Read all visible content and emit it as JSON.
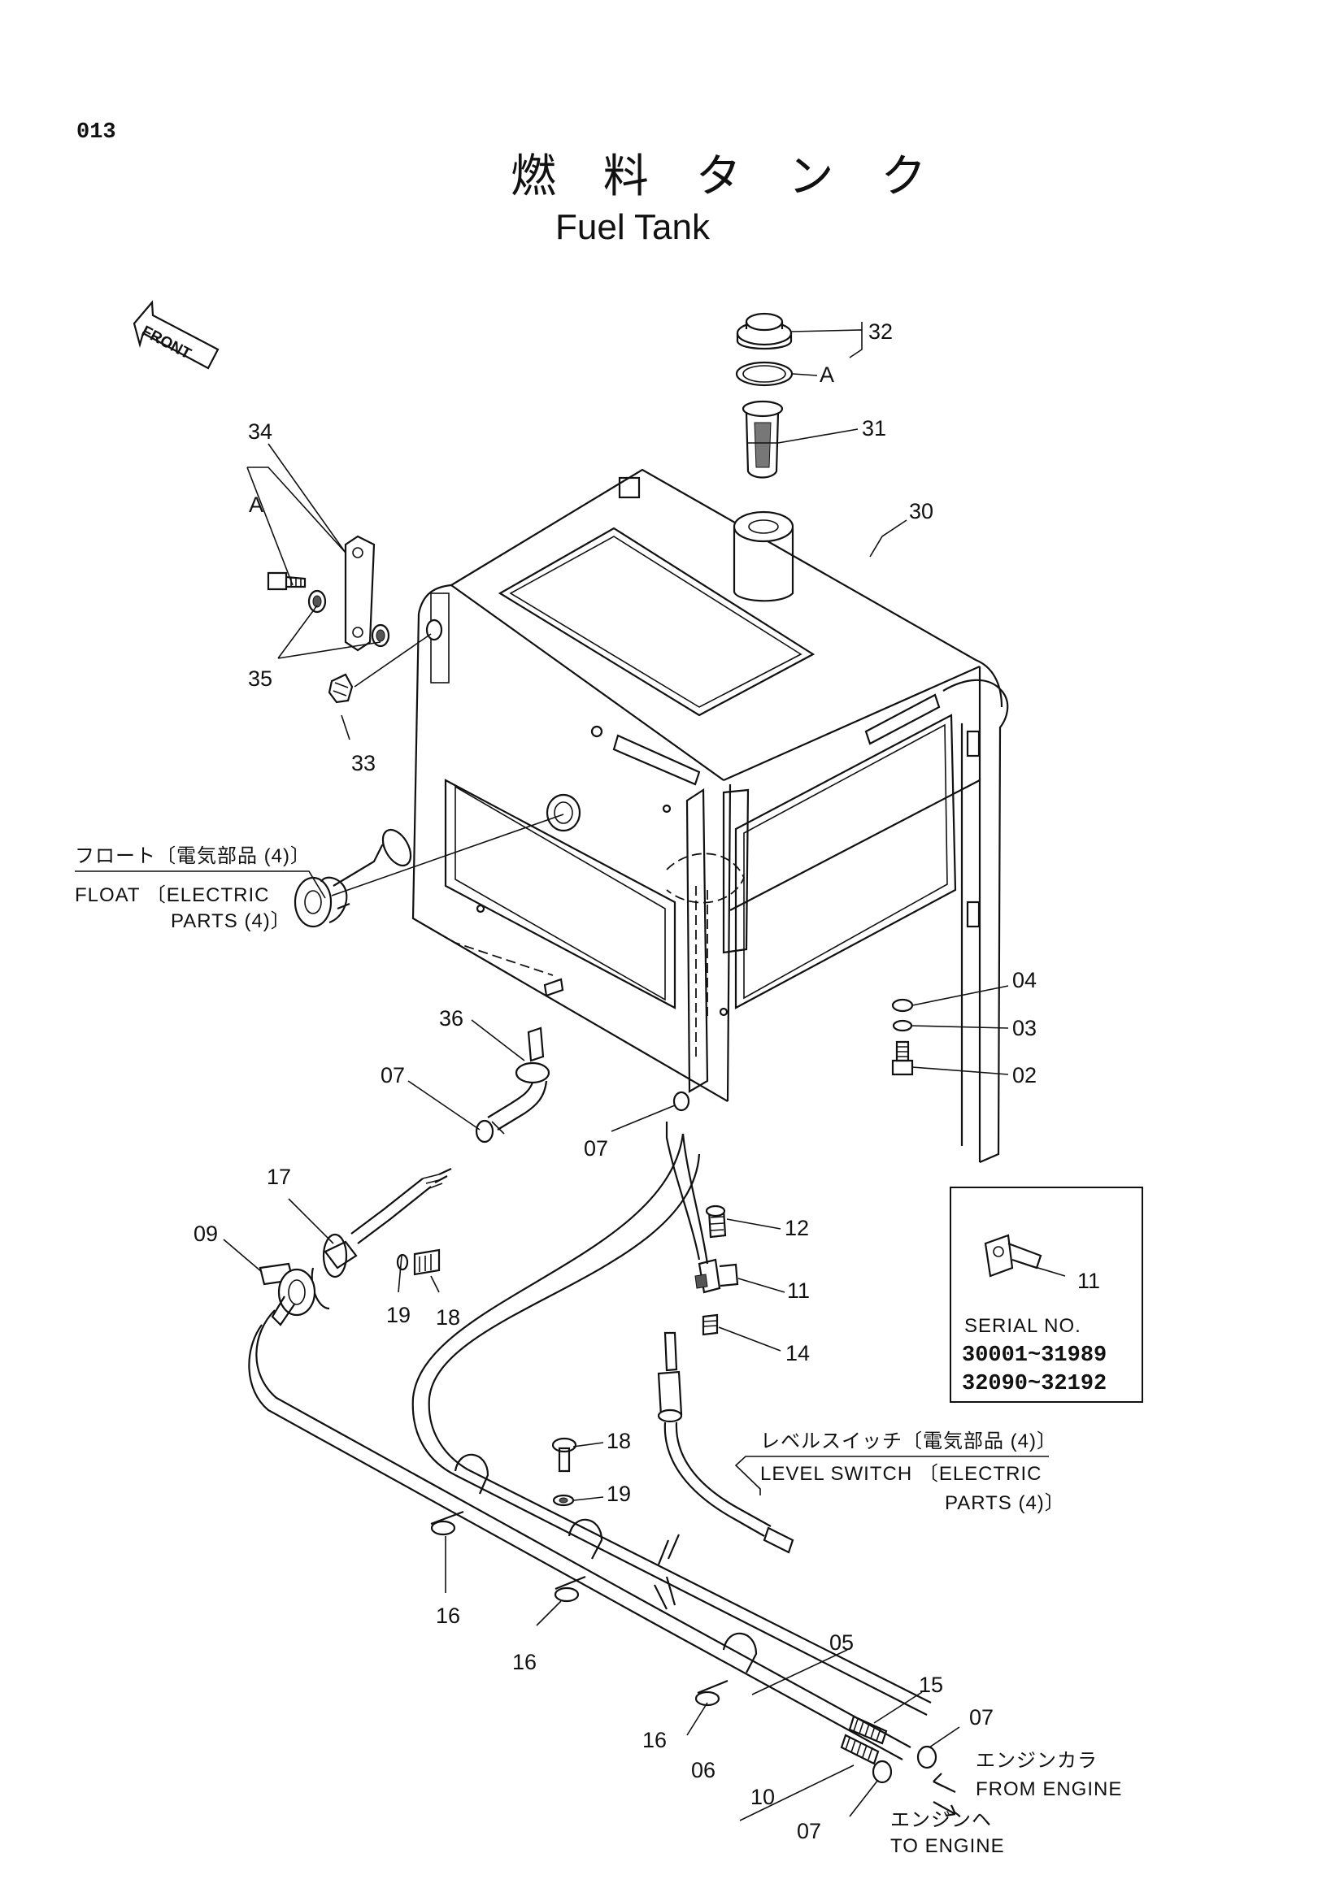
{
  "page_number": "013",
  "title": {
    "japanese": "燃 料 タ ン ク",
    "english": "Fuel Tank"
  },
  "direction_label": "FRONT",
  "part_labels": {
    "p32": "32",
    "pA_cap": "A",
    "p31": "31",
    "p30": "30",
    "p34": "34",
    "pA_bracket": "A",
    "p35": "35",
    "p33": "33",
    "p04": "04",
    "p03": "03",
    "p02": "02",
    "p36": "36",
    "p07_hose": "07",
    "p07_mid": "07",
    "p17": "17",
    "p09": "09",
    "p19_a": "19",
    "p18_a": "18",
    "p12": "12",
    "p11_a": "11",
    "p14": "14",
    "p18_b": "18",
    "p19_b": "19",
    "p16_a": "16",
    "p16_b": "16",
    "p16_c": "16",
    "p05": "05",
    "p15": "15",
    "p07_right": "07",
    "p06": "06",
    "p10": "10",
    "p07_bottom": "07",
    "p11_box": "11"
  },
  "notes": {
    "float_jp": "フロート〔電気部品 (4)〕",
    "float_en_1": "FLOAT 〔ELECTRIC",
    "float_en_2": "PARTS (4)〕",
    "level_jp": "レベルスイッチ〔電気部品 (4)〕",
    "level_en_1": "LEVEL SWITCH 〔ELECTRIC",
    "level_en_2": "PARTS (4)〕",
    "from_engine_jp": "エンジンカラ",
    "from_engine_en": "FROM ENGINE",
    "to_engine_jp": "エンジンヘ",
    "to_engine_en": "TO ENGINE"
  },
  "serial_box": {
    "label": "SERIAL NO.",
    "range_1": "30001~31989",
    "range_2": "32090~32192"
  }
}
